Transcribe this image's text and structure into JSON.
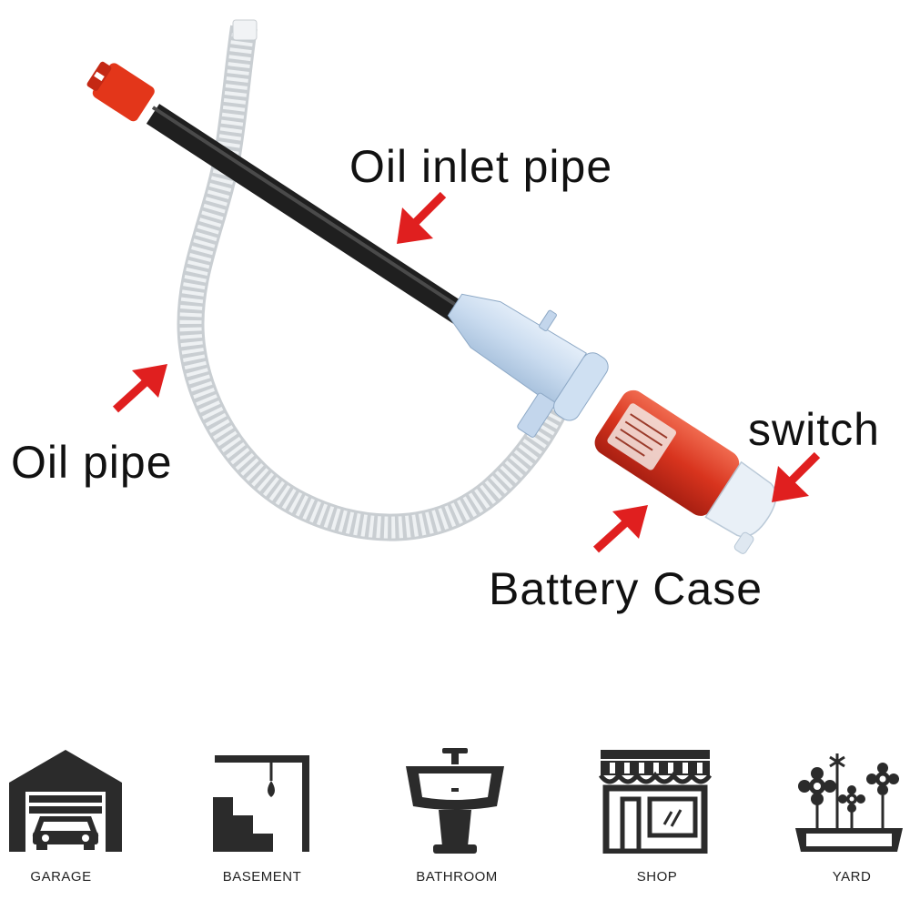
{
  "callouts": {
    "oil_inlet_pipe": "Oil inlet pipe",
    "oil_pipe": "Oil pipe",
    "switch": "switch",
    "battery_case": "Battery Case"
  },
  "uses": [
    {
      "label": "GARAGE",
      "icon": "garage-icon"
    },
    {
      "label": "BASEMENT",
      "icon": "basement-icon"
    },
    {
      "label": "BATHROOM",
      "icon": "bathroom-sink-icon"
    },
    {
      "label": "SHOP",
      "icon": "shop-storefront-icon"
    },
    {
      "label": "YARD",
      "icon": "yard-flowers-icon"
    }
  ],
  "colors": {
    "arrow": "#e01f1f",
    "pipe": "#1c1c1c",
    "nozzle": "#e3361a",
    "hose": "#e9ecee",
    "pump_body": "#cfe0f2",
    "battery_case": "#d93a22",
    "icon": "#2b2b2b"
  }
}
